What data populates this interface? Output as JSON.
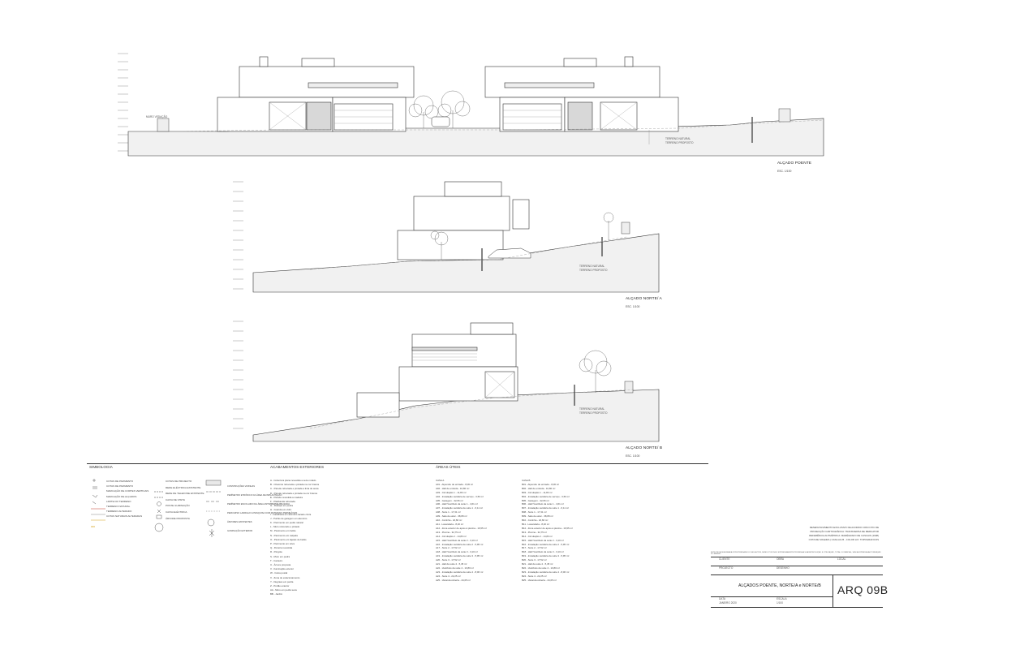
{
  "elevations": [
    {
      "title": "ALÇADO POENTE",
      "scale": "ESC. 1/100"
    },
    {
      "title": "ALÇADO NORTE/ A",
      "scale": "ESC. 1/100"
    },
    {
      "title": "ALÇADO NORTE/ B",
      "scale": "ESC. 1/100"
    }
  ],
  "annotations": {
    "terreno_natural": "TERRENO NATURAL",
    "terreno_proposto": "TERRENO PROPOSTO",
    "muro_vedacao": "MURO VEDAÇÃO",
    "limite_terreno": "LIMITE DO TERRENO"
  },
  "sections": {
    "simbologia": "SIMBOLOGIA",
    "acabamentos": "ACABAMENTOS EXTERIORES",
    "areas": "ÁREAS ÚTEIS"
  },
  "legend_col1": [
    "COTAS DE PAVIMENTO",
    "COTAS DE PAVIMENTO",
    "MARCAÇÃO DE CORTES VERTICAIS",
    "MARCAÇÃO DE ALÇADOS",
    "LIMITE DO TERRENO",
    "TERRENO NATURAL",
    "TERRENO ALTERADO",
    "COTAS NATURAIS ALTERADAS"
  ],
  "legend_col2": [
    "COTAS DE PROJECTO",
    "REDE ELÉCTRICA EXISTENTE",
    "REDE DE TELEFONE EXISTENTE",
    "CAIXA DE VISITA",
    "POSTE ILUMINAÇÃO",
    "CAIXA ELÉCTRICA",
    "ÁRVORE PROPOSTA"
  ],
  "legend_col3": [
    "CONSTRUÇÕES VIZINHAS",
    "PERÍMETRO ETRÓNICO DA ÁREA DE IMPLANTAÇÃO",
    "PERÍMETRO ESCOLHIDO DA ÁREA ANTIMPERMEABILIZADA",
    "PERCURSO LADRILHO A PESQUISA COM MATERIAIS PERMEÁVEIS",
    "ÁRVORES EXISTENTES",
    "ILUMINAÇÃO EXTERIOR"
  ],
  "acabamentos": [
    "A - Cobertura plana revestida a seixo rolado",
    "B - Chaminé rebocada e pintada na cor branca",
    "C - Parede rebocada e pintada a tinta de areia",
    "D - Parede rebocada e pintada na cor branca",
    "E - Parede revestida a madeira",
    "F - Platibanda rebocada",
    "G - Rodapé em pedra",
    "H - Guarda em vidro",
    "I - Caixilharia em alumínio lacado cinza",
    "J - Portão de garagem em alumínio",
    "K - Pavimento em pedra natural",
    "L - Muro rebocado e pintado",
    "M - Pavimento em betão",
    "N - Pavimento em calçada",
    "O - Pavimento em lajetas de betão",
    "P - Pavimento em relva",
    "Q - Floreira revestida",
    "R - Pérgola",
    "S - Muro em pedra",
    "T - Canteiro",
    "U - Árvore proposta",
    "V - Iluminação exterior",
    "W - Caixa postal",
    "X - Zona de estacionamento",
    "Y - Degraus em pedra",
    "Z - Portão exterior",
    "AA - Muro em pedra seca",
    "BB - Jardim"
  ],
  "areas_a_title": "CASA A",
  "areas_a": [
    "A01 - Alpendre de entrada - 8,06 m²",
    "A02 - Hall de entrada - 10,80 m²",
    "A03 - Circulação 1 - 11,83 m²",
    "A04 - Instalação sanitária de serviço - 3,50 m²",
    "A05 - Garagem - 32,66 m²",
    "A06 - Hall/ Vestíbulo da suite 1 - 4,61 m²",
    "A07 - Instalação sanitária da suite 1 - 6,11 m²",
    "A08 - Suite 1 - 17,31 m²",
    "A09 - Sala de estar - 38,89 m²",
    "A10 - Cozinha - 22,66 m²",
    "A11 - Lavandaria - 8,20 m²",
    "A12 - Zona exterior de apoio à piscina - 16,55 m²",
    "A13 - Piscina - 32,75 m²",
    "A14 - Circulação 2 - 14,83 m²",
    "A15 - Hall/ Vestíbulo da suite 2 - 3,10 m²",
    "A16 - Instalação sanitária da suite 2 - 5,95 m²",
    "A17 - Suite 2 - 17,52 m²",
    "A18 - Hall/ Vestíbulo da suite 3 - 3,10 m²",
    "A19 - Instalação sanitária da suite 3 - 5,95 m²",
    "A20 - Suite 3 - 17,52 m²",
    "A21 - Hall da suite 4 - 5,45 m²",
    "A22 - Vestíbulo da suite 4 - 10,80 m²",
    "A23 - Instalação sanitária da suite 4 - 8,06 m²",
    "A24 - Suite 4 - 22,25 m²",
    "A25 - Varanda coberta - 24,05 m²"
  ],
  "areas_b_title": "CASA B",
  "areas_b": [
    "B01 - Alpendre de entrada - 8,06 m²",
    "B02 - Hall de entrada - 10,80 m²",
    "B03 - Circulação 1 - 11,83 m²",
    "B04 - Instalação sanitária de serviço - 3,50 m²",
    "B05 - Garagem - 32,66 m²",
    "B06 - Hall/ Vestíbulo da suite 1 - 4,61 m²",
    "B07 - Instalação sanitária da suite 1 - 6,11 m²",
    "B08 - Suite 1 - 17,31 m²",
    "B09 - Sala de estar - 38,89 m²",
    "B10 - Cozinha - 22,66 m²",
    "B11 - Lavandaria - 8,20 m²",
    "B12 - Zona exterior de apoio à piscina - 16,55 m²",
    "B13 - Piscina - 32,75 m²",
    "B14 - Circulação 2 - 14,83 m²",
    "B15 - Hall/ Vestíbulo da suite 2 - 3,10 m²",
    "B16 - Instalação sanitária da suite 2 - 5,95 m²",
    "B17 - Suite 2 - 17,52 m²",
    "B18 - Hall/ Vestíbulo da suite 3 - 3,10 m²",
    "B19 - Instalação sanitária da suite 3 - 5,95 m²",
    "B20 - Suite 3 - 17,52 m²",
    "B21 - Hall da suite 4 - 5,45 m²",
    "B22 - Vestíbulo da suite 4 - 10,80 m²",
    "B23 - Instalação sanitária da suite 4 - 8,06 m²",
    "B24 - Suite 4 - 22,25 m²",
    "B25 - Varanda coberta - 24,05 m²"
  ],
  "title_block": {
    "project_desc": [
      "DESENVOLVIMENTO EXCLUSIVO DE ACORDO COM O PIC DE",
      "PROJECÇÃO CARTOGRÁFICA: TRANSVERSA DE MERCATOR",
      "REFERÊNCIA ALTIMÉTRICA: MARÉGRAFO DE CASCAIS (1938)",
      "COTA DE SOLEIRA | CASA A E B - COLOR LIX: TOPOGRAFICOS"
    ],
    "note": "ESTE PEÇA DESENHADA É PROPRIEDADE DO SEU AUTOR, SENDO POR ISSO EXPRESSAMENTE PROIBIDA A SUA REPRODUÇÃO E UTILIZAÇÃO, TOTAL OU PARCIAL, SEM A EXPRESSA AUTORIZAÇÃO DO MESMO.",
    "cliente_label": "CLIENTE",
    "obra_label": "OBRA",
    "local_label": "LOCAL",
    "projecto_label": "PROJECTO",
    "desenho_label": "DESENHO",
    "sheet_title": "ALÇADOS POENTE, NORTE/A e NORTE/B",
    "data_label": "DATA",
    "escala_label": "ESCALA",
    "date": "JANEIRO 2020",
    "scale": "1/100",
    "sheet_code": "ARQ 09B"
  }
}
